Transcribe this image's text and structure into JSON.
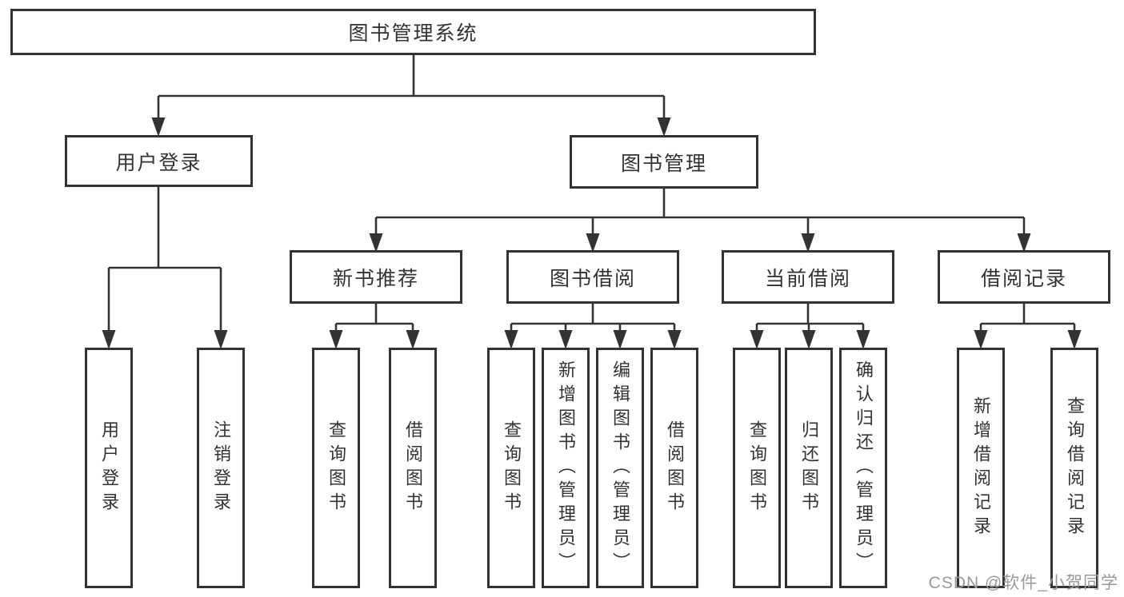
{
  "colors": {
    "line": "#333333",
    "text": "#333333",
    "background": "#ffffff",
    "watermark_text": "#9a9a9a"
  },
  "tree": {
    "label": "图书管理系统",
    "children": [
      {
        "label": "用户登录",
        "children": [
          {
            "label": "用户登录"
          },
          {
            "label": "注销登录"
          }
        ]
      },
      {
        "label": "图书管理",
        "children": [
          {
            "label": "新书推荐",
            "children": [
              {
                "label": "查询图书"
              },
              {
                "label": "借阅图书"
              }
            ]
          },
          {
            "label": "图书借阅",
            "children": [
              {
                "label": "查询图书"
              },
              {
                "label": "新增图书（管理员）"
              },
              {
                "label": "编辑图书（管理员）"
              },
              {
                "label": "借阅图书"
              }
            ]
          },
          {
            "label": "当前借阅",
            "children": [
              {
                "label": "查询图书"
              },
              {
                "label": "归还图书"
              },
              {
                "label": "确认归还（管理员）"
              }
            ]
          },
          {
            "label": "借阅记录",
            "children": [
              {
                "label": "新增借阅记录"
              },
              {
                "label": "查询借阅记录"
              }
            ]
          }
        ]
      }
    ]
  },
  "watermark": {
    "text": "CSDN @软件_小贺同学"
  }
}
